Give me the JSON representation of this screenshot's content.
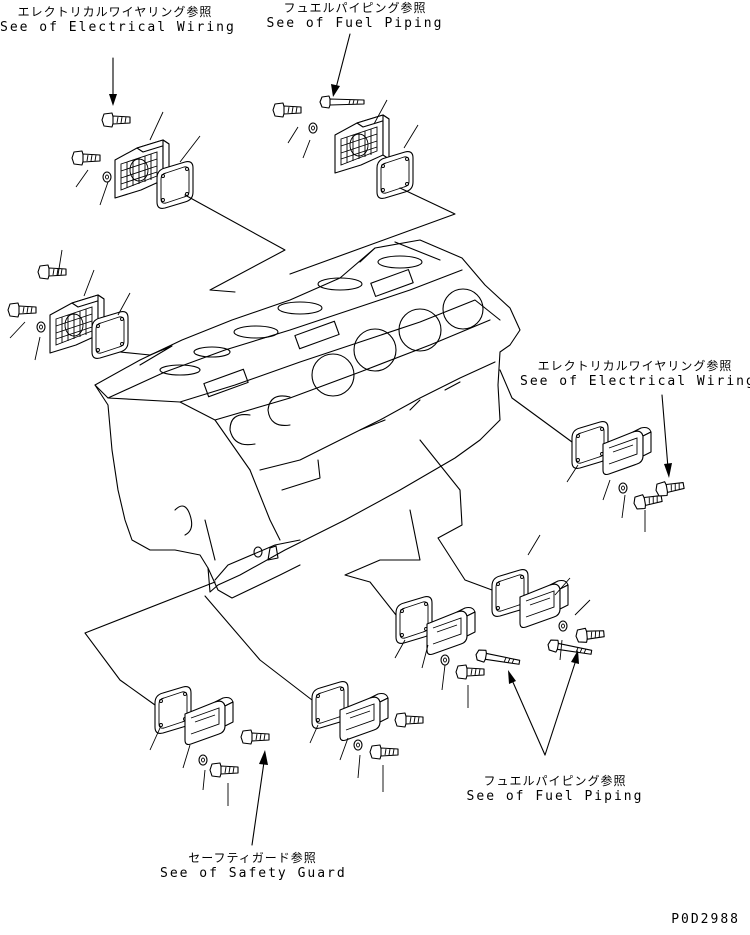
{
  "callouts": {
    "electrical_top": {
      "jp": "エレクトリカルワイヤリング参照",
      "en": "See of Electrical Wiring"
    },
    "fuel_top": {
      "jp": "フュエルパイピング参照",
      "en": "See of Fuel Piping"
    },
    "electrical_right": {
      "jp": "エレクトリカルワイヤリング参照",
      "en": "See of Electrical Wiring"
    },
    "fuel_bottom": {
      "jp": "フュエルパイピング参照",
      "en": "See of Fuel Piping"
    },
    "safety_guard": {
      "jp": "セーフティガード参照",
      "en": "See of Safety Guard"
    }
  },
  "drawing_number": "P0D2988",
  "colors": {
    "line": "#000000",
    "background": "#ffffff"
  }
}
